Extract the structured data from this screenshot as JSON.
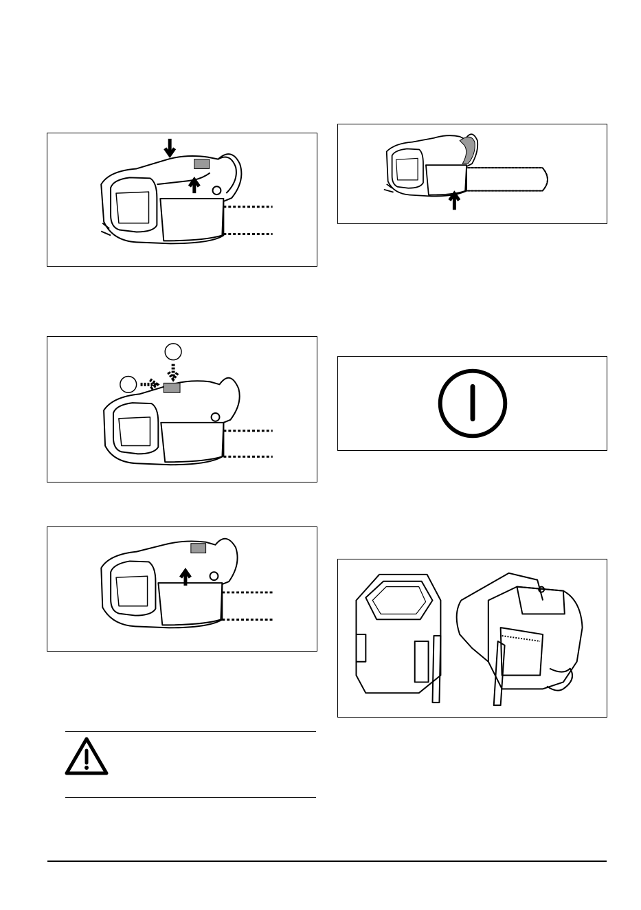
{
  "page": {
    "background": "#ffffff",
    "line_color": "#000000",
    "shade_color": "#9a9a9a"
  },
  "figures": [
    {
      "id": "fig-left-1",
      "icon": "chainsaw-arrows-down-up-icon"
    },
    {
      "id": "fig-left-2",
      "icon": "chainsaw-numbered-arrows-icon",
      "callouts": [
        "",
        ""
      ]
    },
    {
      "id": "fig-left-3",
      "icon": "chainsaw-arrow-up-icon"
    },
    {
      "id": "fig-right-1",
      "icon": "chainsaw-side-view-arrow-icon"
    },
    {
      "id": "fig-right-2",
      "icon": "power-button-icon"
    },
    {
      "id": "fig-right-3",
      "icon": "battery-removal-icon"
    }
  ],
  "warning": {
    "icon": "warning-triangle-icon"
  }
}
